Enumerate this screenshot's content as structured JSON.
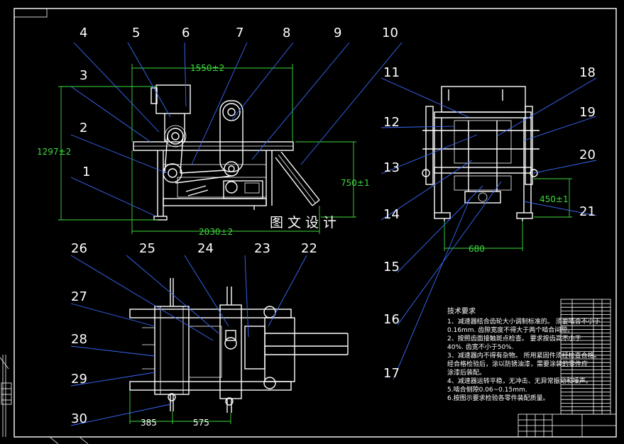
{
  "balloons": [
    "1",
    "2",
    "3",
    "4",
    "5",
    "6",
    "7",
    "8",
    "9",
    "10",
    "11",
    "12",
    "13",
    "14",
    "15",
    "16",
    "17",
    "18",
    "19",
    "20",
    "21",
    "22",
    "23",
    "24",
    "25",
    "26",
    "27",
    "28",
    "29",
    "30"
  ],
  "dimensions": {
    "front_width": "1550±2",
    "front_height": "1297±2",
    "front_total": "2030±2",
    "front_leg": "750±1",
    "side_width": "680",
    "side_leg": "450±1",
    "top_left": "385",
    "top_right": "575"
  },
  "watermark": "图文设计",
  "tech_requirements": {
    "title": "技术要求",
    "lines": [
      "1、减速器结合齿轮大小调制标准的。 须要啮合不小于",
      "0.16mm. 齿隙宽度不得大于两个啮合间隙。",
      "2、按照齿面接触斑点检查。 要求按齿高不小于",
      "40%. 齿宽不小于50%.",
      "3、减速器内不得有杂物。 所用紧固件须经检查合格。",
      "经合格检验后，涂以防锈油漆，需要涂装的零件应",
      "涂漆后装配。",
      "4、减速器运转平稳，无冲击、无异常振动和噪声。",
      "5.啮合侧隙0.06~0.15mm.",
      "6.按图示要求检验各零件装配质量。"
    ]
  },
  "colors": {
    "background": "#000000",
    "lines": "#ffffff",
    "dimension": "#3ddc3d",
    "leader": "#3a6cff"
  }
}
